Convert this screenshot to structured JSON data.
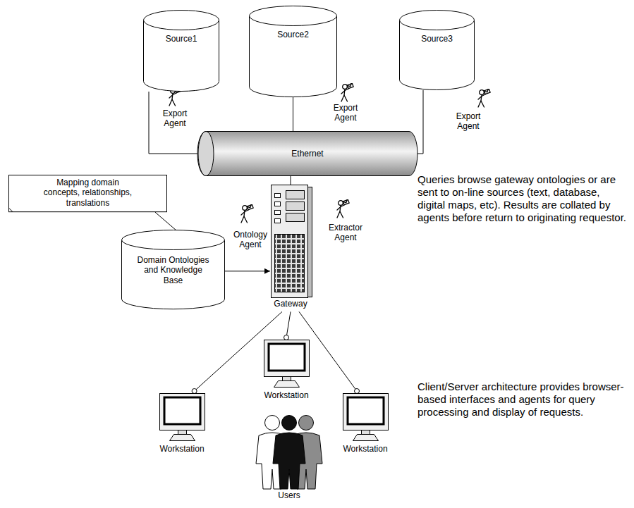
{
  "diagram": {
    "nodes": [
      {
        "text": [
          "Source1"
        ]
      },
      {
        "text": [
          "Source2"
        ]
      },
      {
        "text": [
          "Source3"
        ]
      },
      {
        "text": [
          "Ethernet"
        ]
      },
      {
        "text": [
          "Mapping domain concepts, relationships, translations"
        ]
      },
      {
        "text": [
          "Domain Ontologies and Knowledge Base"
        ]
      },
      {
        "text": [
          "Gateway"
        ]
      },
      {
        "text": [
          "Workstation"
        ]
      },
      {
        "text": [
          "Workstation"
        ]
      },
      {
        "text": [
          "Workstation"
        ]
      },
      {
        "text": [
          "Users"
        ]
      }
    ],
    "edges": [
      {
        "from": 0,
        "to": 3,
        "arrow": "none"
      },
      {
        "from": 1,
        "to": 3,
        "arrow": "none"
      },
      {
        "from": 2,
        "to": 3,
        "arrow": "none"
      },
      {
        "from": 3,
        "to": 6,
        "arrow": "none"
      },
      {
        "from": 4,
        "to": 5,
        "arrow": "none"
      },
      {
        "from": 5,
        "to": 6,
        "arrow": "to"
      },
      {
        "from": 6,
        "to": 7,
        "arrow": "none"
      },
      {
        "from": 6,
        "to": 8,
        "arrow": "none"
      },
      {
        "from": 6,
        "to": 9,
        "arrow": "none"
      }
    ],
    "labels": [
      "Export Agent",
      "Export Agent",
      "Export Agent",
      "Ontology Agent",
      "Extractor Agent",
      "Queries browse gateway ontologies or are sent to on-line sources (text, database, digital maps, etc). Results are collated by agents before return to originating requestor.",
      "Client/Server architecture provides browser-based interfaces and agents for query processing and display of requests."
    ]
  }
}
